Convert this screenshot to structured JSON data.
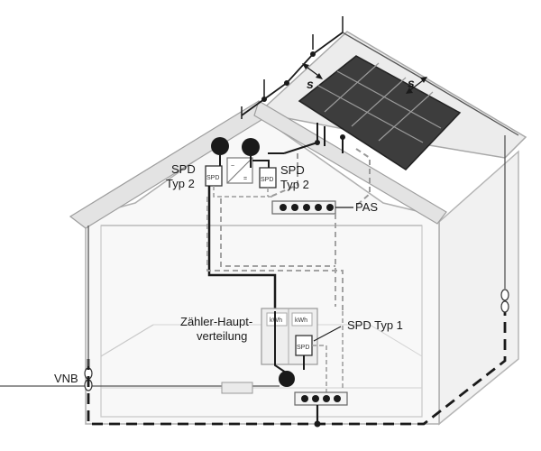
{
  "labels": {
    "spd_left_line1": "SPD",
    "spd_left_line2": "Typ 2",
    "spd_right_line1": "SPD",
    "spd_right_line2": "Typ 2",
    "pas": "PAS",
    "zaehler_line1": "Zähler-Haupt-",
    "zaehler_line2": "verteilung",
    "spd_typ1": "SPD Typ 1",
    "vnb": "VNB",
    "s_left": "s",
    "s_right": "s",
    "box_spd_left": "SPD",
    "box_spd_right": "SPD",
    "box_spd_main": "SPD",
    "meter_left": "kWh",
    "meter_right": "kWh"
  },
  "colors": {
    "wall": "#f7f7f7",
    "roof": "#eeeeee",
    "panel": "#3d3d3d",
    "cable": "#1a1a1a",
    "dashed": "#9a9a9a"
  }
}
